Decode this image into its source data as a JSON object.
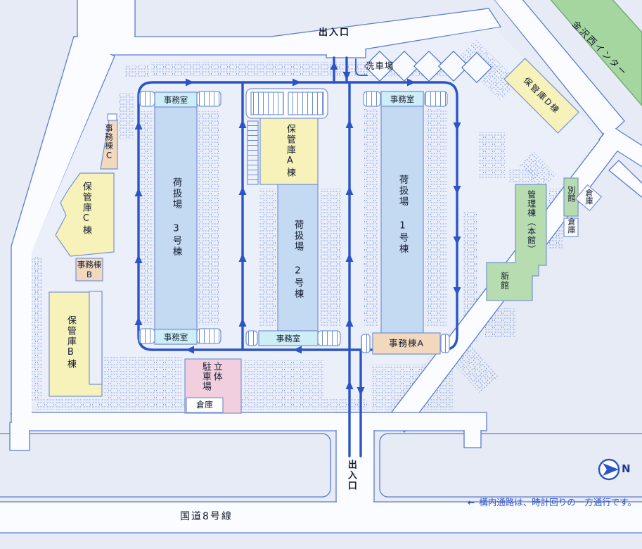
{
  "site": {
    "entrance_top": "出入口",
    "entrance_bottom": "出入口",
    "car_wash": "洗車場",
    "office_room": "事務室",
    "route8": "国道8号線",
    "interchange": "金沢西インター",
    "north": "N",
    "notice_arrow": "←",
    "notice": "構内通路は、時計回りの一方通行です。"
  },
  "buildings": {
    "cargo1": "荷扱場 1号棟",
    "cargo2": "荷扱場 2号棟",
    "cargo3": "荷扱場 3号棟",
    "storage_a": "保管庫A棟",
    "storage_b": "保管庫B棟",
    "storage_c": "保管庫C棟",
    "storage_d": "保管庫D棟",
    "office_a": "事務棟A",
    "office_b": "事務棟\nB",
    "office_c": "事務棟C",
    "admin_main": "管理棟（本館）",
    "new_wing": "新館",
    "annex": "別館",
    "warehouse_1": "倉庫",
    "warehouse_2": "倉庫",
    "warehouse_3": "倉庫",
    "parking_deck": "立体\n駐車場"
  },
  "colors": {
    "cargo_building": "#c4d9f2",
    "storage_building": "#f6f2ba",
    "office_building": "#f2d8bd",
    "admin_building": "#b7dcb0",
    "parking_deck": "#f1cfdf",
    "office_room": "#cdeef6",
    "highway_green": "#a5d6a0",
    "circulation_blue": "#2b54c6",
    "road_border": "#5b7bd0"
  }
}
